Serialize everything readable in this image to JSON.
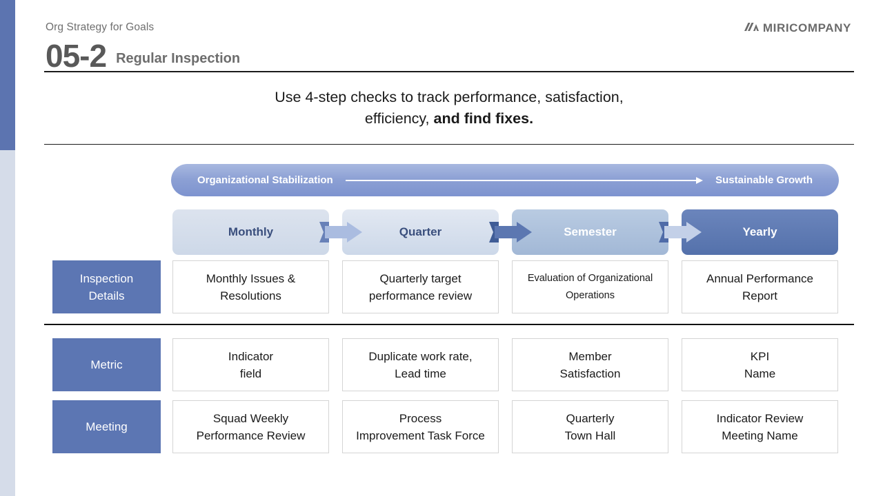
{
  "header": {
    "kicker": "Org Strategy for Goals",
    "section_number": "05-2",
    "section_title": "Regular Inspection",
    "logo_text": "MIRICOMPANY",
    "logo_mark_name": "miri-slash-mark-icon"
  },
  "subtitle": {
    "line1": "Use 4-step checks to track performance, satisfaction,",
    "line2_normal": "efficiency, ",
    "line2_bold": "and find fixes."
  },
  "banner": {
    "start_label": "Organizational Stabilization",
    "end_label": "Sustainable Growth",
    "arrow_icon": "right-arrow-icon"
  },
  "stages": [
    {
      "label": "Monthly",
      "fill": "#d3dcea",
      "text_color": "#3a4f7d"
    },
    {
      "label": "Quarter",
      "fill": "#d8e0ed",
      "text_color": "#3a4f7d"
    },
    {
      "label": "Semester",
      "fill": "#aec2dc",
      "text_color": "#ffffff"
    },
    {
      "label": "Yearly",
      "fill": "#5e79b4",
      "text_color": "#ffffff"
    }
  ],
  "connectors": [
    {
      "name": "connector-monthly-to-quarter",
      "fill": "#aabce0",
      "back": "#6881b8"
    },
    {
      "name": "connector-quarter-to-semester",
      "fill": "#5c77b1",
      "back": "#3f5c96"
    },
    {
      "name": "connector-semester-to-yearly",
      "fill": "#c3d0e8",
      "back": "#4f6ba8"
    }
  ],
  "rows": [
    {
      "label": "Inspection\nDetails",
      "label_line1": "Inspection",
      "label_line2": "Details",
      "cells": [
        {
          "line1": "Monthly Issues &",
          "line2": "Resolutions",
          "size": "normal"
        },
        {
          "line1": "Quarterly target",
          "line2": "performance review",
          "size": "normal"
        },
        {
          "line1": "Evaluation of Organizational",
          "line2": "Operations",
          "size": "small"
        },
        {
          "line1": "Annual Performance",
          "line2": "Report",
          "size": "normal"
        }
      ]
    },
    {
      "label": "Metric",
      "label_line1": "Metric",
      "label_line2": "",
      "cells": [
        {
          "line1": "Indicator",
          "line2": "field",
          "size": "normal"
        },
        {
          "line1": "Duplicate work rate,",
          "line2": "Lead time",
          "size": "normal"
        },
        {
          "line1": "Member",
          "line2": "Satisfaction",
          "size": "normal"
        },
        {
          "line1": "KPI",
          "line2": "Name",
          "size": "normal"
        }
      ]
    },
    {
      "label": "Meeting",
      "label_line1": "Meeting",
      "label_line2": "",
      "cells": [
        {
          "line1": "Squad Weekly",
          "line2": "Performance Review",
          "size": "normal"
        },
        {
          "line1": "Process",
          "line2": "Improvement Task Force",
          "size": "normal"
        },
        {
          "line1": "Quarterly",
          "line2": "Town Hall",
          "size": "normal"
        },
        {
          "line1": "Indicator Review",
          "line2": "Meeting Name",
          "size": "normal"
        }
      ]
    }
  ],
  "colors": {
    "accent_dark": "#5c74b0",
    "accent_light": "#d5dce9",
    "row_label_fill": "#5c76b3",
    "cell_border": "#d4d4d4",
    "rule": "#111111"
  }
}
